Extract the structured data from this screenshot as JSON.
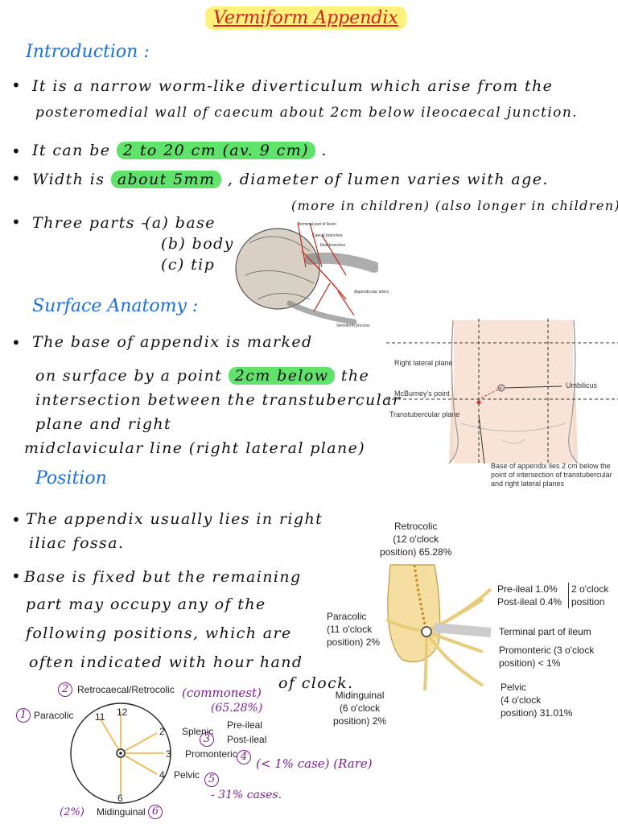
{
  "title": "Vermiform Appendix",
  "sections": {
    "introduction": "Introduction :",
    "surface": "Surface Anatomy :",
    "position": "Position"
  },
  "intro": {
    "b1_l1": "It is a narrow worm-like diverticulum which arise from the",
    "b1_l2": "posteromedial wall of caecum about 2cm below ileocaecal junction.",
    "b2_pre": "It can be",
    "b2_hl": "2 to 20 cm (av. 9 cm)",
    "b2_post": ".",
    "b3_pre": "Width is",
    "b3_hl": "about 5mm",
    "b3_post": ", diameter of lumen varies with age.",
    "b3_note": "(more in children) (also longer in children)",
    "b4_pre": "Three parts -",
    "b4_a": "(a) base",
    "b4_b": "(b) body",
    "b4_c": "(c) tip"
  },
  "anatomy_fig": {
    "lbl1": "Terminal part of ileum",
    "lbl2": "Caecal branches",
    "lbl3": "Ileal branches",
    "lbl4": "Appendicular artery",
    "lbl5": "Vermiform process"
  },
  "surface": {
    "l1_pre": "The base of appendix is marked",
    "l2_pre": "on surface by a point",
    "l2_hl": "2cm below",
    "l2_post": "the",
    "l3": "intersection between the transtubercular",
    "l4": "plane and right",
    "l5": "midclavicular line (right lateral plane)"
  },
  "abdomen_fig": {
    "right_lateral": "Right lateral plane",
    "umbilicus": "Umbilicus",
    "mcburney": "McBurney's point",
    "transtubercular": "Transtubercular plane",
    "caption": "Base of appendix lies 2 cm below the point of intersection of transtubercular and right lateral planes"
  },
  "position": {
    "b1_l1": "The appendix usually lies in right",
    "b1_l2": "iliac fossa.",
    "b2_l1": "Base is fixed but the remaining",
    "b2_l2": "part may occupy any of the",
    "b2_l3": "following positions, which are",
    "b2_l4": "often indicated with hour hand",
    "b2_l5": "of clock."
  },
  "positions_fig": {
    "retrocolic": "Retrocolic",
    "retrocolic_pos": "(12 o'clock",
    "retrocolic_pct": "position) 65.28%",
    "preileal": "Pre-ileal 1.0%",
    "postileal": "Post-ileal 0.4%",
    "two_oclock": "2 o'clock",
    "two_position": "position",
    "paracolic": "Paracolic",
    "paracolic_pos": "(11 o'clock",
    "paracolic_pct": "position) 2%",
    "terminal": "Terminal part of ileum",
    "promonteric": "Promonteric (3 o'clock",
    "promonteric_pct": "position) < 1%",
    "midinguinal": "Midinguinal",
    "midinguinal_pos": "(6 o'clock",
    "midinguinal_pct": "position) 2%",
    "pelvic": "Pelvic",
    "pelvic_pos": "(4 o'clock",
    "pelvic_pct": "position) 31.01%"
  },
  "clock": {
    "n1": "1",
    "n2": "2",
    "n3": "3",
    "n4": "4",
    "n5": "5",
    "n6": "6",
    "retro": "Retrocaecal/Retrocolic",
    "paracolic": "Paracolic",
    "splenic": "Splenic",
    "preileal": "Pre-ileal",
    "postileal": "Post-ileal",
    "promonteric": "Promonteric",
    "pelvic": "Pelvic",
    "midinguinal": "Midinguinal",
    "h11": "11",
    "h12": "12",
    "h2": "2",
    "h3": "3",
    "h4": "4",
    "h6": "6",
    "commonest": "(commonest)",
    "commonest_pct": "(65.28%)",
    "rare": "(< 1% case) (Rare)",
    "pelvic_pct": "- 31% cases.",
    "mid_pct": "(2%)"
  },
  "colors": {
    "title": "#d42020",
    "highlight_yellow": "#fff27a",
    "highlight_green": "#5fe36b",
    "heading": "#1e6fd8",
    "annotation": "#7a1f8f",
    "arrow": "#f2b13a"
  }
}
